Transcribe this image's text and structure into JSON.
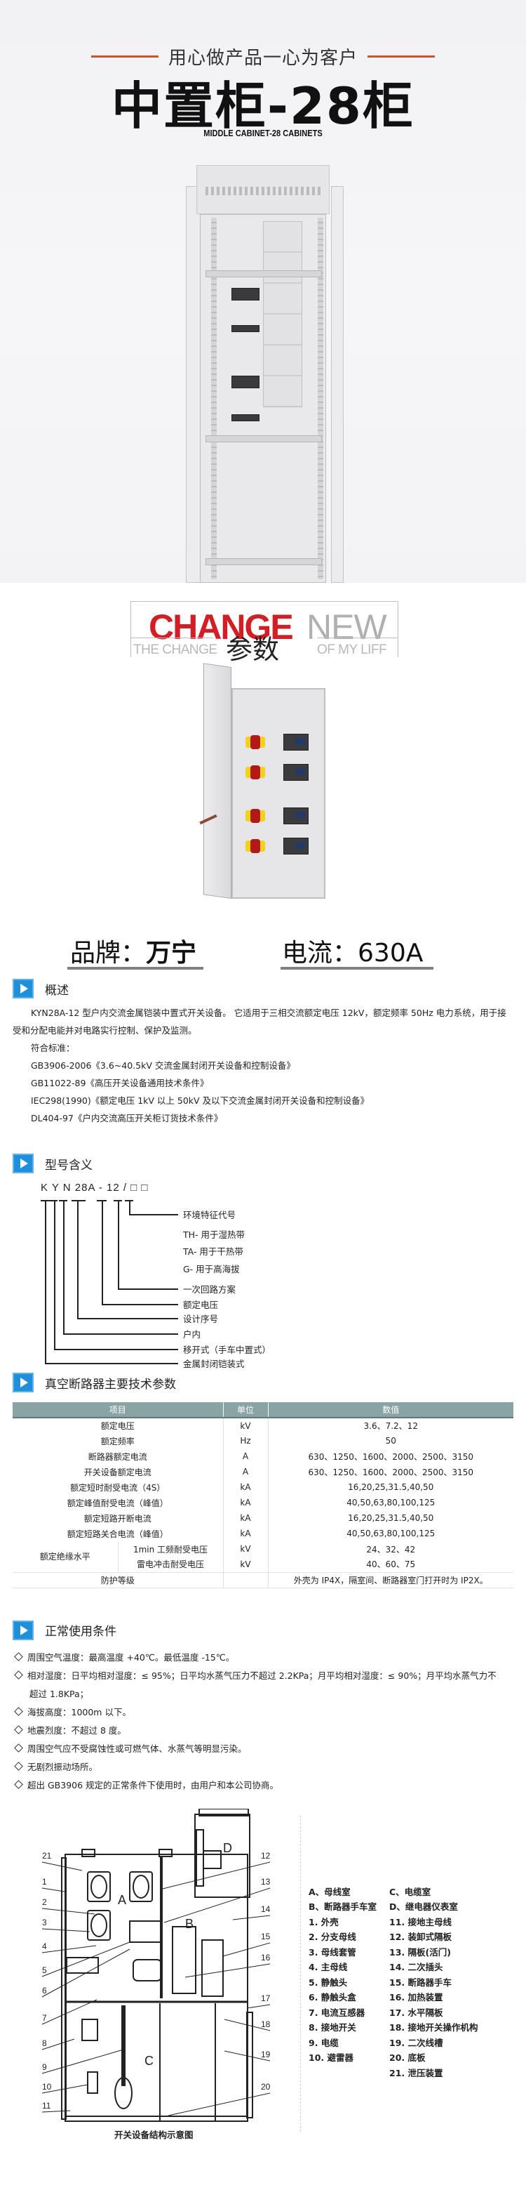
{
  "hero": {
    "slogan": "用心做产品一心为客户",
    "title": "中置柜-28柜",
    "subtitle": "MIDDLE CABINET-28 CABINETS",
    "accent_color": "#c9552b"
  },
  "params_banner": {
    "change_red": "CHANGE",
    "change_grey": "NEW",
    "tagline_left": "THE CHANGE",
    "tagline_right": "OF MY LIFF",
    "title": "参数",
    "brand_label": "品牌：",
    "brand_value": "万宁",
    "current_label": "电流：",
    "current_value": "630A",
    "red_color": "#d21f26"
  },
  "overview": {
    "icon": "play-arrow-icon",
    "title": "概述",
    "paragraph": "KYN28A-12 型户内交流金属铠装中置式开关设备。 它适用于三相交流额定电压 12kV，额定频率 50Hz 电力系统，用于接受和分配电能并对电路实行控制、保护及监测。",
    "standards_label": "符合标准：",
    "standards": [
      "GB3906-2006《3.6~40.5kV 交流金属封闭开关设备和控制设备》",
      "GB11022-89《高压开关设备通用技术条件》",
      "IEC298(1990)《额定电压 1kV 以上 50kV 及以下交流金属封闭开关设备和控制设备》",
      "DL404-97《户内交流高压开关柜订货技术条件》"
    ]
  },
  "model": {
    "title": "型号含义",
    "code": "K Y N 28A - 12 / □ □",
    "labels": [
      "环境特征代号",
      "TH- 用于湿热带",
      "TA- 用于干热带",
      "G- 用于高海拔",
      "一次回路方案",
      "额定电压",
      "设计序号",
      "户内",
      "移开式（手车中置式）",
      "金属封闭铠装式"
    ]
  },
  "spec_table": {
    "title": "真空断路器主要技术参数",
    "header_color": "#8aa4a6",
    "columns": [
      "项目",
      "单位",
      "数值"
    ],
    "rows": [
      {
        "item": "额定电压",
        "unit": "kV",
        "value": "3.6、7.2、12"
      },
      {
        "item": "额定频率",
        "unit": "Hz",
        "value": "50"
      },
      {
        "item": "断路器额定电流",
        "unit": "A",
        "value": "630、1250、1600、2000、2500、3150"
      },
      {
        "item": "开关设备额定电流",
        "unit": "A",
        "value": "630、1250、1600、2000、2500、3150"
      },
      {
        "item": "额定短时耐受电流（4S）",
        "unit": "kA",
        "value": "16,20,25,31.5,40,50"
      },
      {
        "item": "额定峰值耐受电流（峰值）",
        "unit": "kA",
        "value": "40,50,63,80,100,125"
      },
      {
        "item": "额定短路开断电流",
        "unit": "kA",
        "value": "16,20,25,31.5,40,50"
      },
      {
        "item": "额定短路关合电流（峰值）",
        "unit": "kA",
        "value": "40,50,63,80,100,125"
      }
    ],
    "insulation": {
      "group": "额定绝缘水平",
      "rows": [
        {
          "item": "1min 工频耐受电压",
          "unit": "kV",
          "value": "24、32、42"
        },
        {
          "item": "雷电冲击耐受电压",
          "unit": "kV",
          "value": "40、60、75"
        }
      ]
    },
    "protection": {
      "item": "防护等级",
      "unit": "",
      "value": "外壳为 IP4X，隔室间、断路器室门打开时为 IP2X。"
    }
  },
  "conditions": {
    "title": "正常使用条件",
    "items": [
      "周围空气温度：最高温度 +40℃。最低温度 -15℃。",
      "相对湿度：日平均相对湿度：≤ 95%；日平均水蒸气压力不超过 2.2KPa；月平均相对湿度：≤ 90%；月平均水蒸气力不",
      "海拔高度：1000m 以下。",
      "地震烈度：不超过 8 度。",
      "周围空气应不受腐蚀性或可燃气体、水蒸气等明显污染。",
      "无剧烈振动场所。",
      "超出 GB3906 规定的正常条件下使用时，由用户和本公司协商。"
    ],
    "item2_continuation": "超过 1.8KPa；"
  },
  "structure": {
    "caption": "开关设备结构示意图",
    "compartments": {
      "A": "A",
      "B": "B",
      "C": "C",
      "D": "D"
    },
    "callouts_left": [
      "21",
      "1",
      "2",
      "3",
      "4",
      "5",
      "6",
      "7",
      "8",
      "9",
      "10",
      "11"
    ],
    "callouts_right": [
      "12",
      "13",
      "14",
      "15",
      "16",
      "17",
      "18",
      "19",
      "20"
    ],
    "legend_left": [
      "A、母线室",
      "B、断路器手车室",
      "1. 外壳",
      "2. 分支母线",
      "3. 母线套管",
      "4. 主母线",
      "5. 静触头",
      "6. 静触头盒",
      "7. 电流互感器",
      "8. 接地开关",
      "9. 电缆",
      "10. 避雷器"
    ],
    "legend_right": [
      "C、电缆室",
      "D、继电器仪表室",
      "11. 接地主母线",
      "12. 装卸式隔板",
      "13. 隔板(活门)",
      "14. 二次插头",
      "15. 断路器手车",
      "16. 加热装置",
      "17. 水平隔板",
      "18. 接地开关操作机构",
      "19. 二次线槽",
      "20. 底板",
      "21. 泄压装置"
    ]
  }
}
